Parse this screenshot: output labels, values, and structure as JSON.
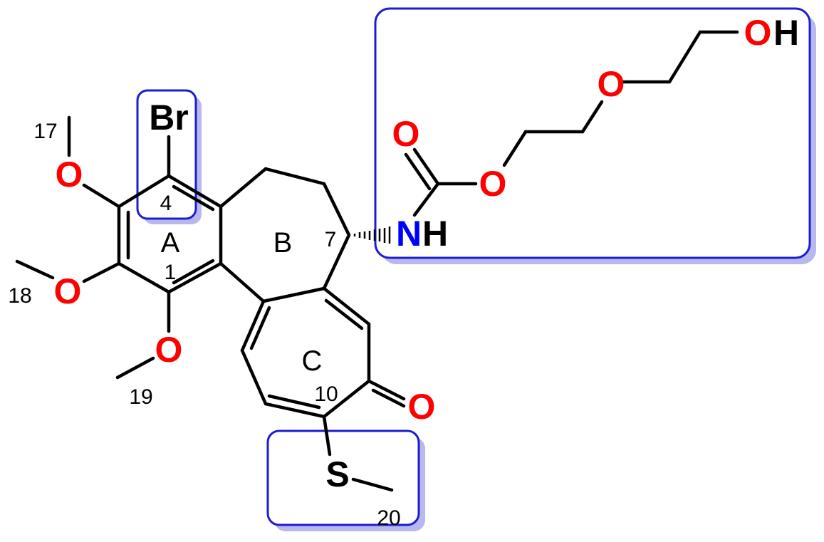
{
  "colors": {
    "bond": "#000000",
    "oxygen": "#ff0000",
    "nitrogen": "#0000ff",
    "box_border": "#1c1cd4",
    "box_shadow": "#b8b8ee",
    "text": "#000000"
  },
  "atoms": {
    "br": "Br",
    "o_17": "O",
    "o_18": "O",
    "o_19": "O",
    "n_h": "H",
    "n_n": "N",
    "o_carbonyl": "O",
    "o_ester": "O",
    "o_ether": "O",
    "o_hydroxyl": "O",
    "h_hydroxyl": "H",
    "o_ketone": "O",
    "s": "S"
  },
  "ring_labels": {
    "a": "A",
    "b": "B",
    "c": "C"
  },
  "position_numbers": {
    "n1": "1",
    "n4": "4",
    "n7": "7",
    "n10": "10",
    "n17": "17",
    "n18": "18",
    "n19": "19",
    "n20": "20"
  },
  "highlight_boxes": [
    {
      "name": "bromine-highlight-box"
    },
    {
      "name": "carbamate-peg-highlight-box"
    },
    {
      "name": "methylthio-highlight-box"
    }
  ]
}
